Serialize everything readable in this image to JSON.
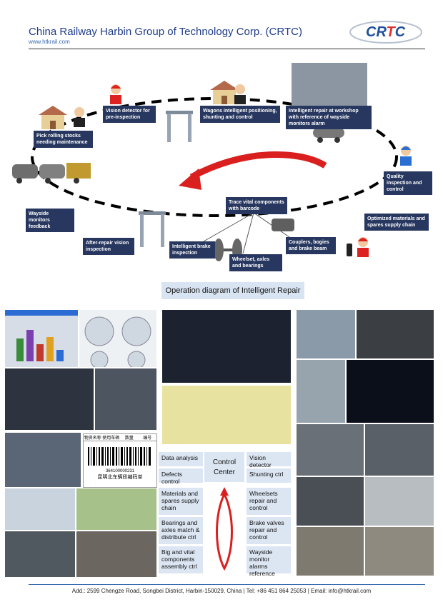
{
  "header": {
    "title": "China Railway Harbin Group of Technology Corp. (CRTC)",
    "url": "www.htkrail.com",
    "logo_text_a": "CR",
    "logo_text_b": "T",
    "logo_text_c": "C"
  },
  "diagram": {
    "labels": {
      "pick": "Pick rolling stocks needing maintenance",
      "vision_pre": "Vision detector for pre-inspection",
      "wagons": "Wagons intelligent positioning, shunting and control",
      "intelligent_repair": "Intelligent repair at workshop with reference of wayside monitors alarm",
      "quality": "Quality inspection and control",
      "optimized": "Optimized materials and spares supply chain",
      "wayside": "Wayside monitors feedback",
      "trace": "Trace vital components with barcode",
      "after_repair": "After-repair vision inspection",
      "brake": "Intelligent brake inspection",
      "wheelset": "Wheelset, axles and bearings",
      "couplers": "Couplers, bogies and brake beam"
    },
    "caption": "Operation diagram of Intelligent Repair"
  },
  "control_center": {
    "title": "Control Center",
    "left": [
      "Data analysis",
      "Defects control",
      "Materials and spares supply chain",
      "Bearings and axles match & distribute ctrl",
      "Big and vital components assembly ctrl"
    ],
    "right": [
      "Vision detector",
      "Shunting ctrl",
      "Wheelsets repair and control",
      "Brake valves repair and control",
      "Wayside monitor alarms reference"
    ]
  },
  "barcode": {
    "number": "364100000231",
    "text": "昆明北车辆段编码单",
    "headers": [
      "物资名称",
      "使用车辆",
      "数量",
      "编号"
    ]
  },
  "footer": "Add.: 2599 Chengze Road, Songbei District, Harbin-150029, China | Tel: +86 451 864 25053 | Email: info@htkrail.com",
  "colors": {
    "label_bg": "#27375f",
    "accent_red": "#d9201e",
    "title_blue": "#1f3c88",
    "panel_bg": "#dce6f3"
  }
}
